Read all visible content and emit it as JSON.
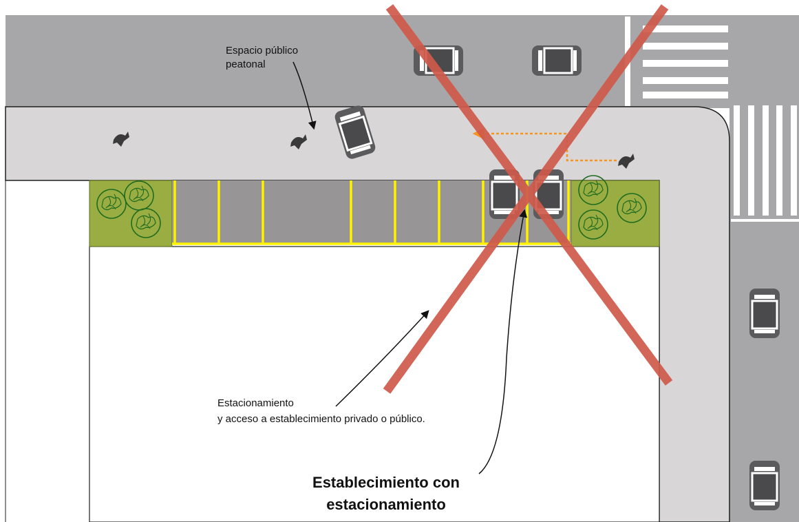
{
  "labels": {
    "pedestrian_space_line1": "Espacio público",
    "pedestrian_space_line2": "peatonal",
    "parking_access_line1": "Estacionamiento",
    "parking_access_line2": "y acceso a establecimiento privado o público.",
    "establishment_line1": "Establecimiento con",
    "establishment_line2": "estacionamiento"
  },
  "colors": {
    "road": "#a7a7a9",
    "sidewalk": "#d8d6d7",
    "parking_bay": "#979596",
    "parking_line": "#fff200",
    "green_strip": "#99ad43",
    "tree_outline": "#1e6b1e",
    "car_body": "#5b5b5d",
    "pedestrian": "#3a3a3a",
    "route_arrow": "#f7941d",
    "prohibited_cross": "#cf5a4b",
    "crosswalk": "#ffffff",
    "text": "#111111"
  },
  "icons": {
    "prohibited": "red-x-cross",
    "pedestrian": "walking-person-icon",
    "vehicle": "car-icon",
    "tree": "tree-icon"
  }
}
